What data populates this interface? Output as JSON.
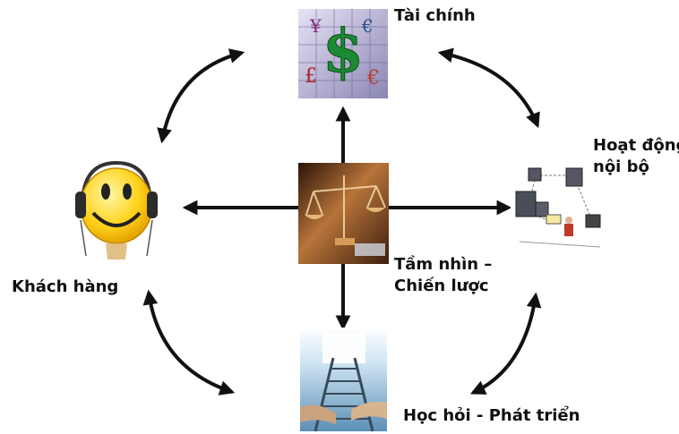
{
  "labels": {
    "finance": "Tài chính",
    "internal_line1": "Hoạt động",
    "internal_line2": "nội bộ",
    "customer": "Khách hàng",
    "vision_line1": "Tầm nhìn –",
    "vision_line2": "Chiến lược",
    "learning": "Học hỏi - Phát triển"
  },
  "icons": {
    "finance": "money-symbols-image",
    "internal": "network-computers-image",
    "customer": "smiley-headphones-image",
    "vision": "scales-of-justice-image",
    "learning": "ladder-hands-image"
  },
  "colors": {
    "arrow": "#111111",
    "smiley": "#ffd21a",
    "finance_bg": "#a8a3c8",
    "vision_bg": "#6b3a18",
    "learning_bg": "#9fc9e6"
  }
}
